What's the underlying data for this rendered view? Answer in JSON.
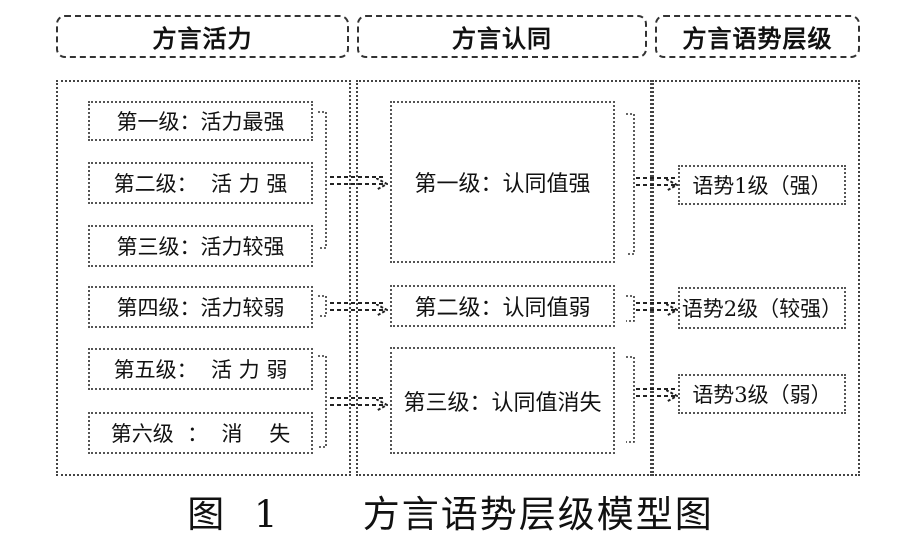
{
  "headers": {
    "vitality": "方言活力",
    "identity": "方言认同",
    "gradient": "方言语势层级"
  },
  "vitality_levels": [
    "第一级：活力最强",
    "第二级：  活 力 强",
    "第三级：活力较强",
    "第四级：活力较弱",
    "第五级：  活 力 弱",
    "第六级  ：  消    失"
  ],
  "identity_levels": [
    "第一级：认同值强",
    "第二级：认同值弱",
    "第三级：认同值消失"
  ],
  "gradient_levels": [
    "语势1级（强）",
    "语势2级（较强）",
    "语势3级（弱）"
  ],
  "caption": "图 1   方言语势层级模型图"
}
